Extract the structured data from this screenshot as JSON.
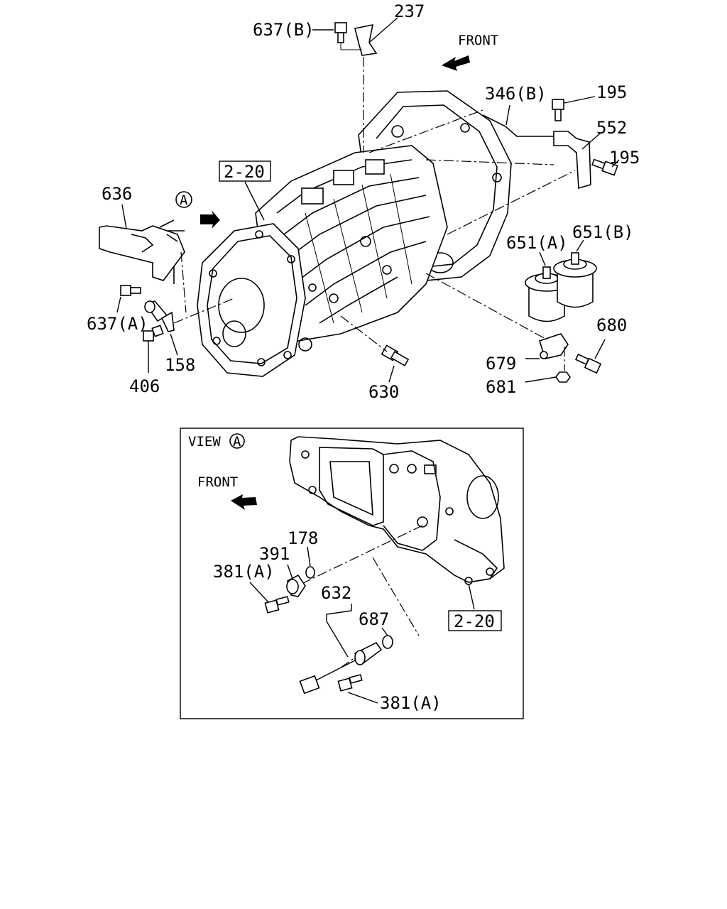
{
  "main_view": {
    "labels": {
      "p637b": "637(B)",
      "p237": "237",
      "front": "FRONT",
      "p346b": "346(B)",
      "p195a": "195",
      "p552": "552",
      "p195b": "195",
      "ref_2_20": "2-20",
      "p636": "636",
      "view_a_marker": "A",
      "p651a": "651(A)",
      "p651b": "651(B)",
      "p637a": "637(A)",
      "p680": "680",
      "p679": "679",
      "p158": "158",
      "p406": "406",
      "p681": "681",
      "p630": "630"
    }
  },
  "inset_view": {
    "title": "VIEW",
    "title_marker": "A",
    "labels": {
      "front": "FRONT",
      "p178": "178",
      "p391": "391",
      "p381a_top": "381(A)",
      "p632": "632",
      "p687": "687",
      "ref_2_20": "2-20",
      "p381a_bottom": "381(A)"
    }
  }
}
